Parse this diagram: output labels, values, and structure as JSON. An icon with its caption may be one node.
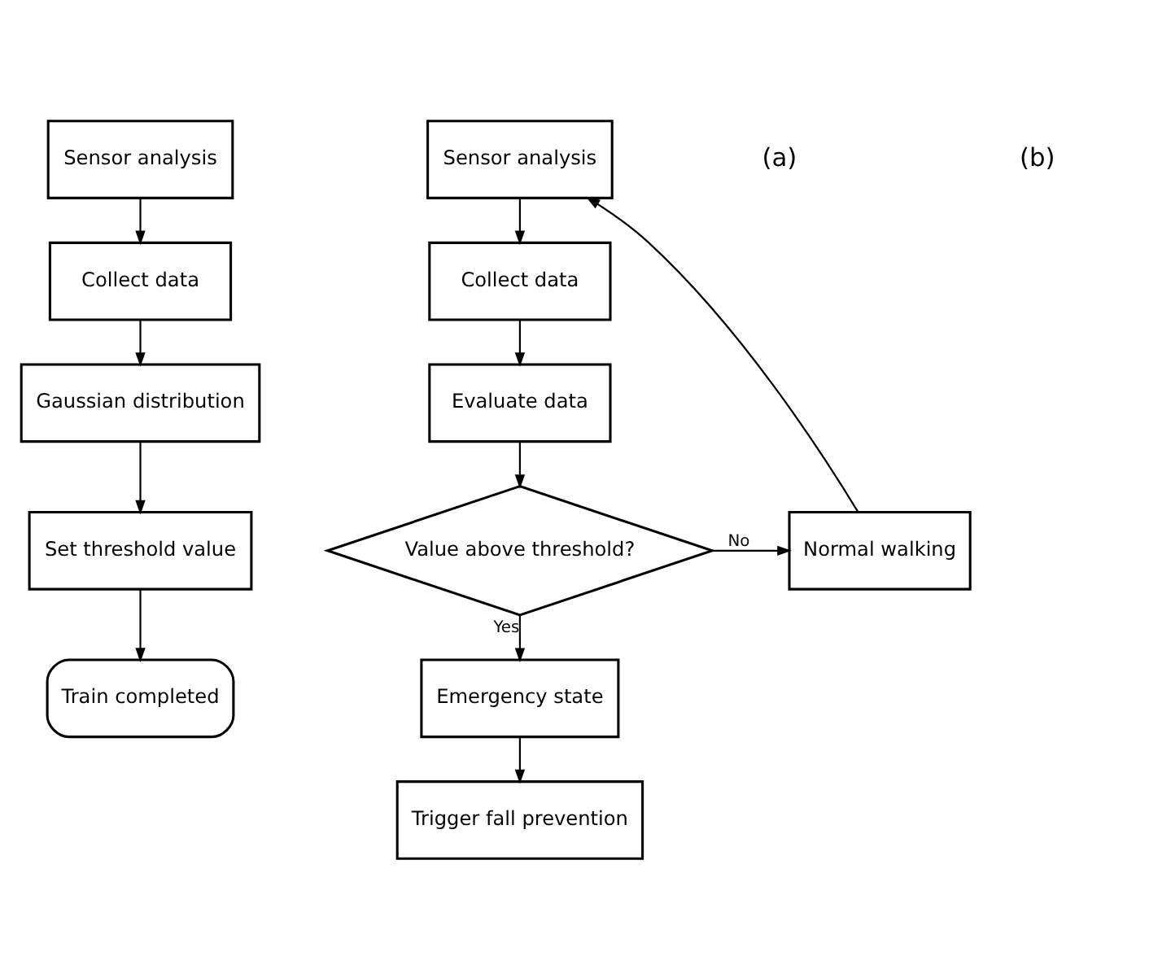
{
  "diagram": {
    "nodes": [
      {
        "text": [
          "Sensor analysis"
        ]
      },
      {
        "text": [
          "Collect data"
        ]
      },
      {
        "text": [
          "Gaussian distribution"
        ]
      },
      {
        "text": [
          "Set threshold value"
        ]
      },
      {
        "text": [
          "Train completed"
        ]
      },
      {
        "text": [
          "Sensor analysis"
        ]
      },
      {
        "text": [
          "Collect data"
        ]
      },
      {
        "text": [
          "Evaluate data"
        ]
      },
      {
        "text": [
          "Value above threshold?"
        ]
      },
      {
        "text": [
          "Normal walking"
        ]
      },
      {
        "text": [
          "Emergency state"
        ]
      },
      {
        "text": [
          "Trigger fall prevention"
        ]
      }
    ],
    "edges": [
      {
        "from": 0,
        "to": 1,
        "arrow": "to"
      },
      {
        "from": 1,
        "to": 2,
        "arrow": "to"
      },
      {
        "from": 2,
        "to": 3,
        "arrow": "to"
      },
      {
        "from": 3,
        "to": 4,
        "arrow": "to"
      },
      {
        "from": 5,
        "to": 6,
        "arrow": "to"
      },
      {
        "from": 6,
        "to": 7,
        "arrow": "to"
      },
      {
        "from": 7,
        "to": 8,
        "arrow": "to"
      },
      {
        "from": 8,
        "to": 9,
        "arrow": "to",
        "label": "No"
      },
      {
        "from": 9,
        "to": 5,
        "arrow": "to"
      },
      {
        "from": 8,
        "to": 10,
        "arrow": "to",
        "label": "Yes"
      },
      {
        "from": 10,
        "to": 11,
        "arrow": "to"
      }
    ],
    "labels": [
      "(a)",
      "(b)"
    ]
  }
}
